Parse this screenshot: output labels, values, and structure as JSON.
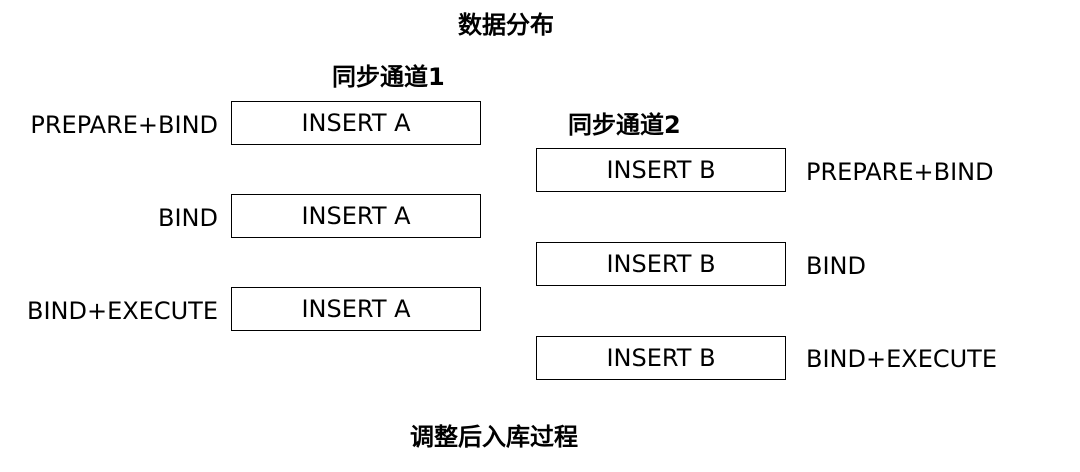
{
  "diagram": {
    "top_title": "数据分布",
    "bottom_title": "调整后入库过程",
    "channel1": {
      "title": "同步通道1",
      "rows": [
        {
          "label": "PREPARE+BIND",
          "box": "INSERT A"
        },
        {
          "label": "BIND",
          "box": "INSERT A"
        },
        {
          "label": "BIND+EXECUTE",
          "box": "INSERT A"
        }
      ]
    },
    "channel2": {
      "title": "同步通道2",
      "rows": [
        {
          "label": "PREPARE+BIND",
          "box": "INSERT B"
        },
        {
          "label": "BIND",
          "box": "INSERT B"
        },
        {
          "label": "BIND+EXECUTE",
          "box": "INSERT B"
        }
      ]
    }
  }
}
